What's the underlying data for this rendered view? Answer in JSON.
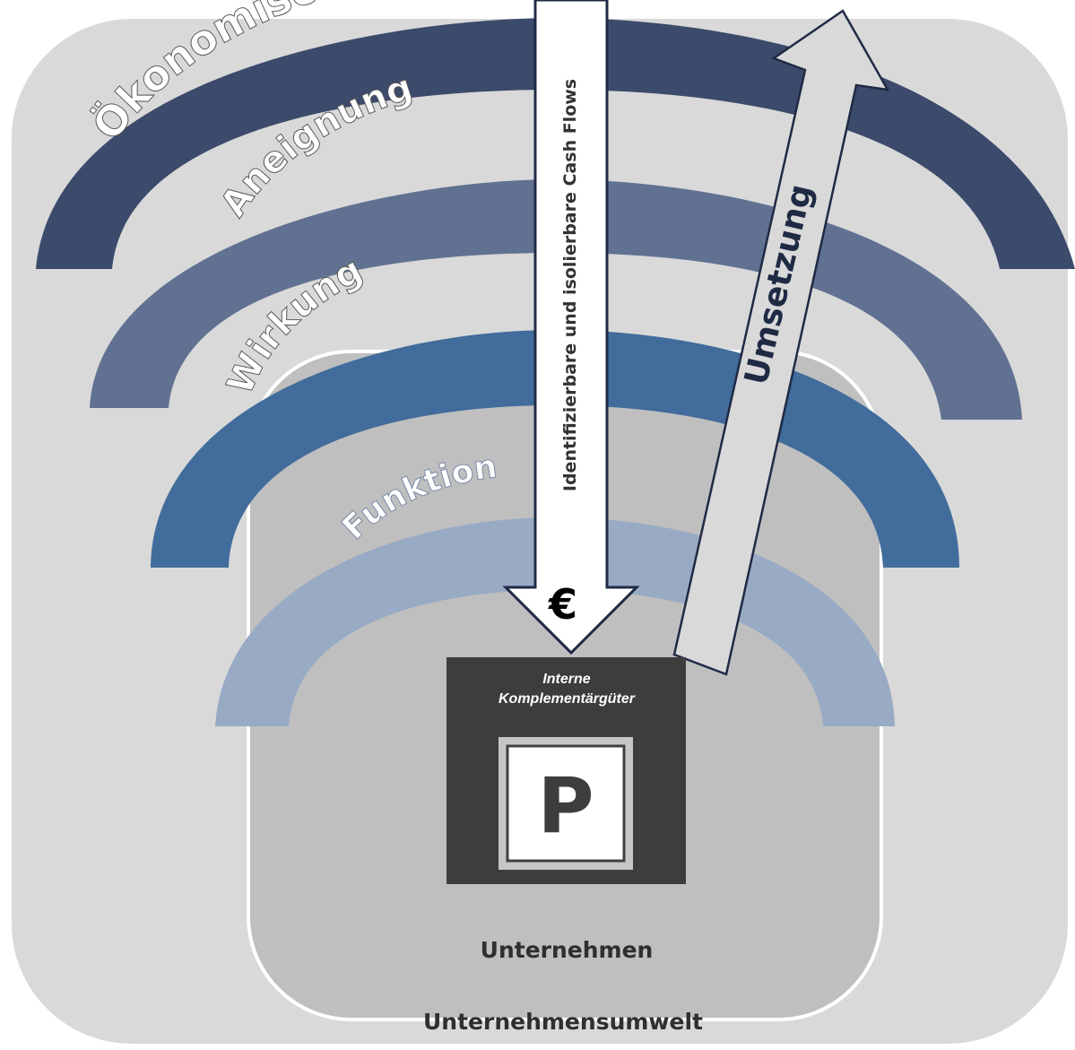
{
  "diagram": {
    "environment_label": "Unternehmensumwelt",
    "company_label": "Unternehmen",
    "arcs": [
      {
        "label": "Ökonomischer Effekt",
        "color": "#3c4a6b"
      },
      {
        "label": "Aneignung",
        "color": "#617192"
      },
      {
        "label": "Wirkung",
        "color": "#416c9b"
      },
      {
        "label": "Funktion",
        "color": "#98aac4"
      }
    ],
    "down_arrow": {
      "label": "Identifizierbare und isolierbare Cash Flows",
      "symbol": "€"
    },
    "up_arrow": {
      "label": "Umsetzung"
    },
    "box": {
      "title_line1": "Interne",
      "title_line2": "Komplementärgüter",
      "symbol": "P"
    }
  }
}
